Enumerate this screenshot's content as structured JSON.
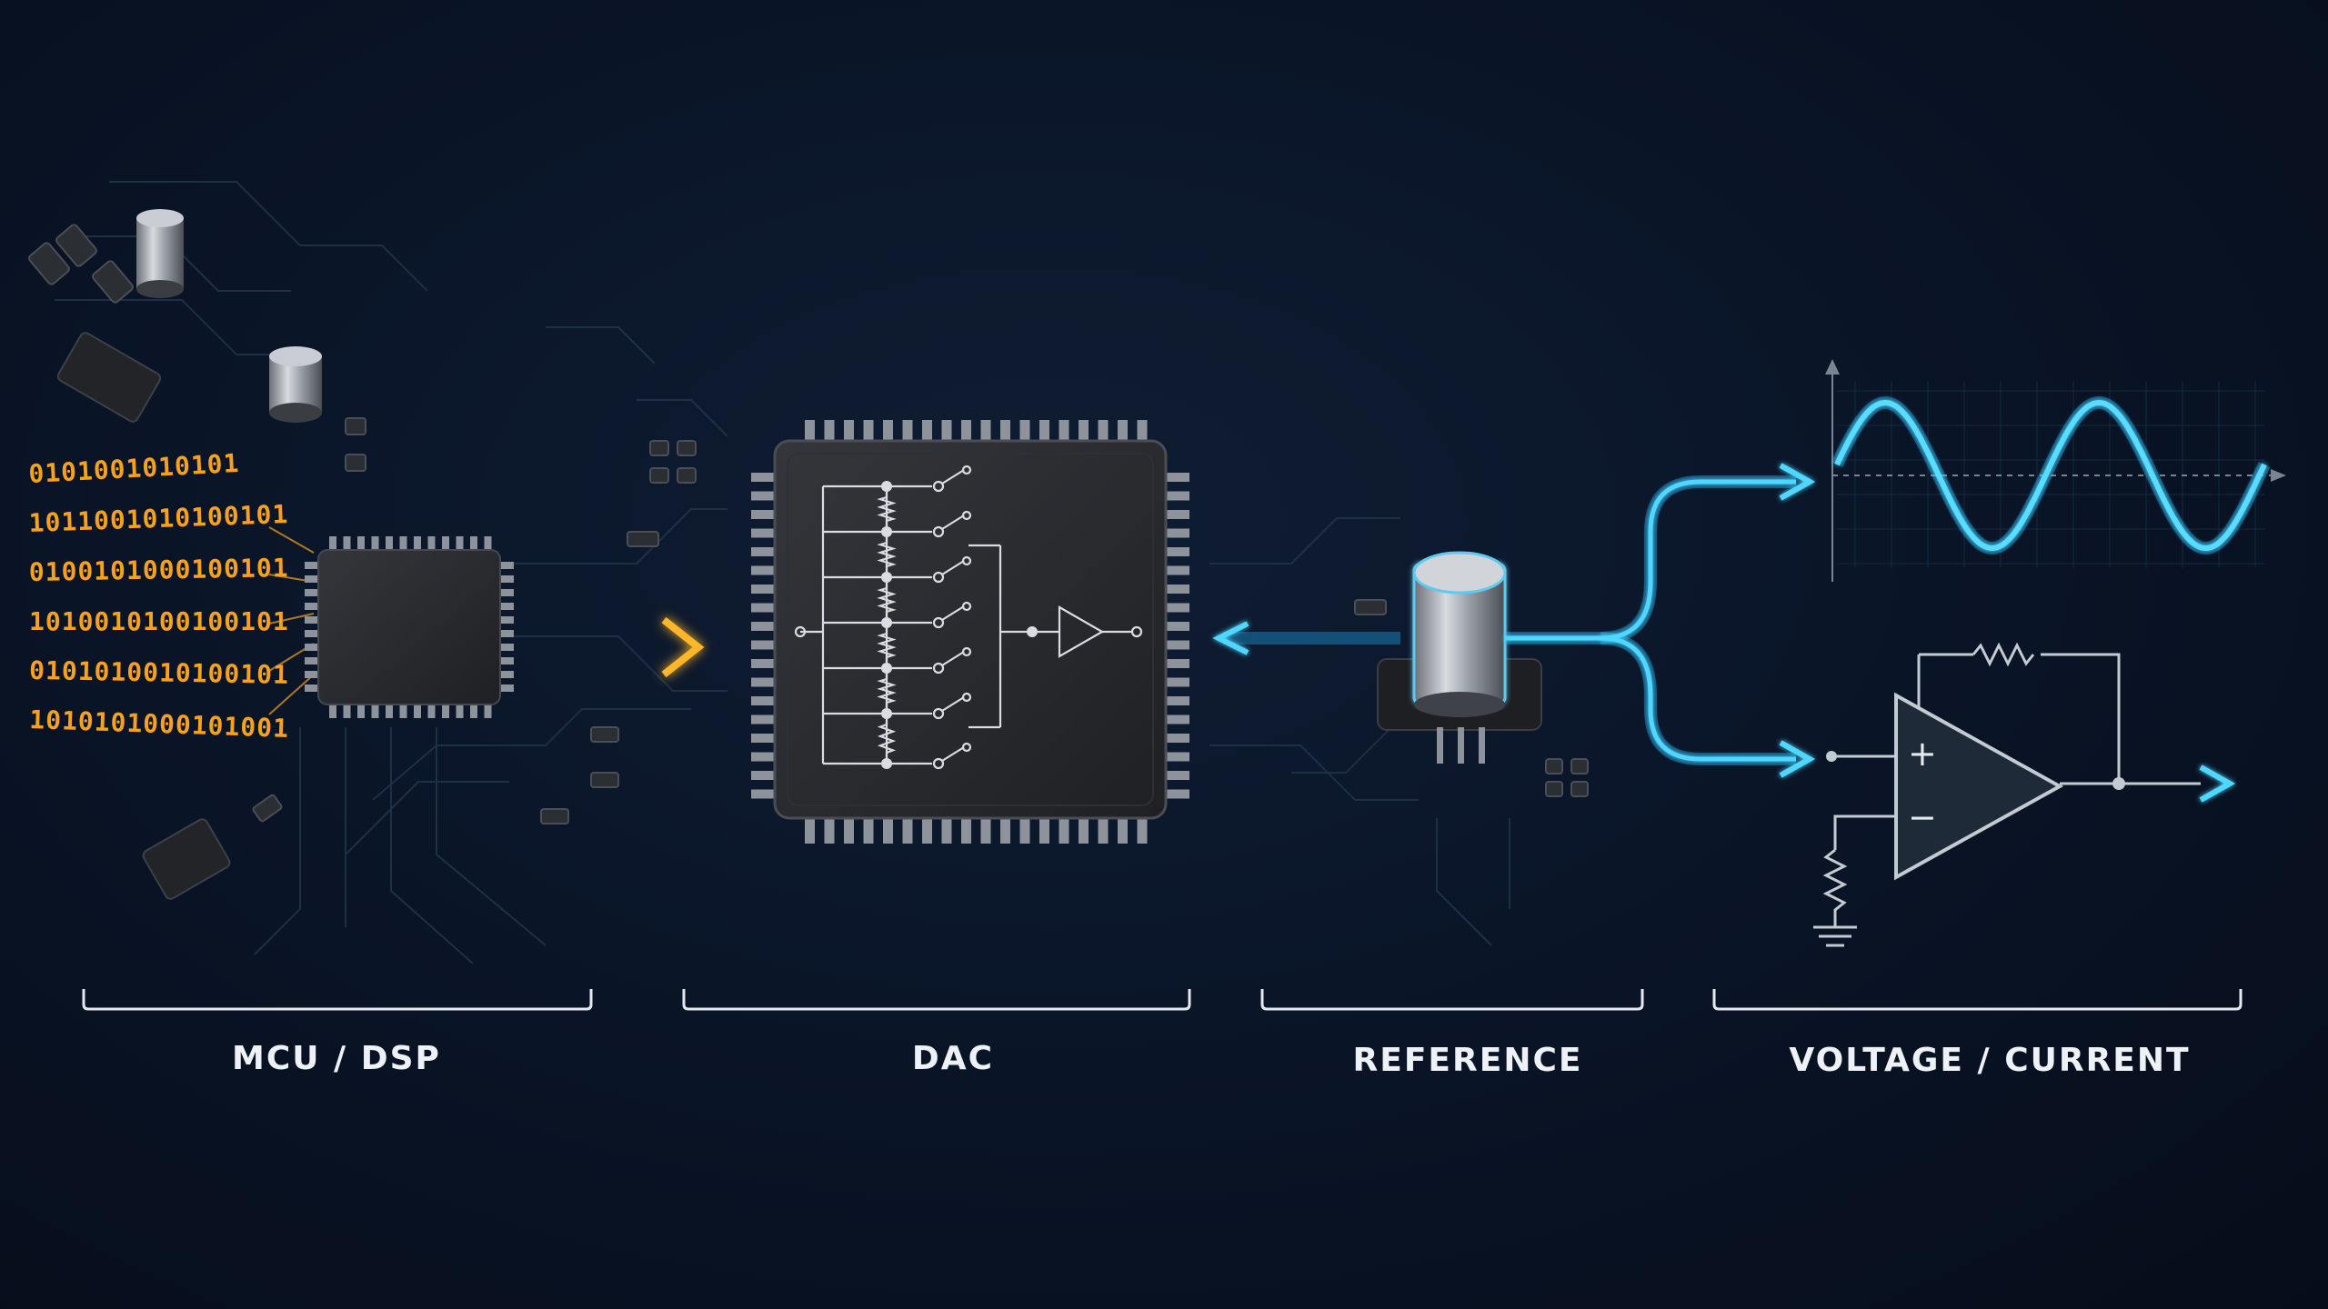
{
  "binary_rows": [
    "0101001010101",
    "1011001010100101",
    "0100101000100101",
    "1010010100100101",
    "0101010010100101",
    "1010101000101001"
  ],
  "sections": [
    {
      "id": "mcu",
      "label": "MCU / DSP"
    },
    {
      "id": "dac",
      "label": "DAC"
    },
    {
      "id": "reference",
      "label": "REFERENCE"
    },
    {
      "id": "output",
      "label": "VOLTAGE / CURRENT"
    }
  ],
  "opamp": {
    "plus": "+",
    "minus": "−"
  },
  "colors": {
    "digital": "#f7a21a",
    "analog": "#4fd7ff",
    "background": "#0a1528",
    "chip": "#2a2c30"
  }
}
